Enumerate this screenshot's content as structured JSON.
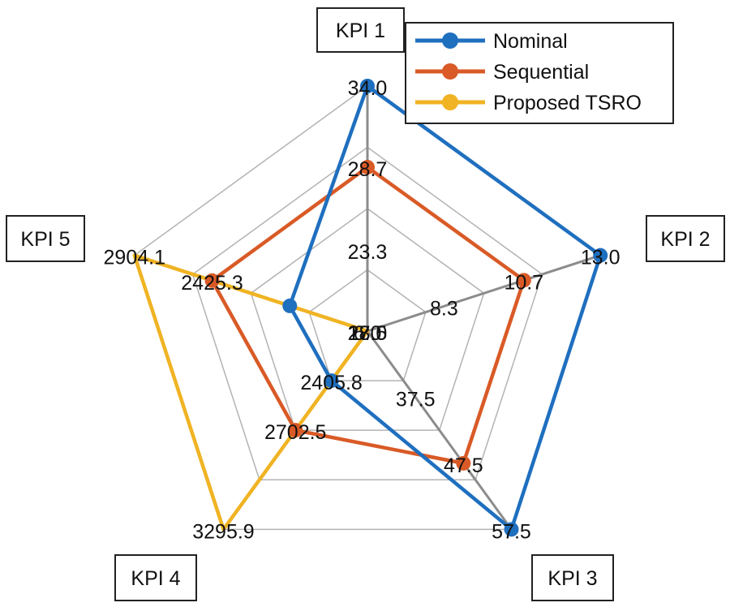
{
  "chart_data": {
    "type": "radar",
    "axes": [
      {
        "label": "KPI 1",
        "ticks": [
          "18.0",
          "23.3",
          "28.7",
          "34.0"
        ],
        "min": 18.0,
        "max": 34.0
      },
      {
        "label": "KPI 2",
        "ticks": [
          "6.0",
          "8.3",
          "10.7",
          "13.0"
        ],
        "min": 6.0,
        "max": 13.0
      },
      {
        "label": "KPI 3",
        "ticks": [
          "27.5",
          "37.5",
          "47.5",
          "57.5"
        ],
        "min": 27.5,
        "max": 57.5
      },
      {
        "label": "KPI 4",
        "ticks": [
          "2405.8",
          "2702.5",
          "3295.9"
        ],
        "min": 2108.9,
        "max": 3295.9
      },
      {
        "label": "KPI 5",
        "ticks": [
          "2425.3",
          "2904.1"
        ],
        "min": 1467.7,
        "max": 2904.1
      }
    ],
    "series": [
      {
        "name": "Nominal",
        "color": "#1f6fbf",
        "values": [
          34.0,
          13.0,
          57.5,
          2405.8,
          1946.5
        ],
        "markers": true
      },
      {
        "name": "Sequential",
        "color": "#d95a26",
        "values": [
          28.7,
          10.7,
          47.5,
          2702.5,
          2425.3
        ],
        "markers": true
      },
      {
        "name": "Proposed TSRO",
        "color": "#f0b323",
        "values": [
          18.0,
          6.0,
          27.5,
          3295.9,
          2904.1
        ],
        "markers": false
      }
    ],
    "legend": "top-right",
    "grid": true
  }
}
